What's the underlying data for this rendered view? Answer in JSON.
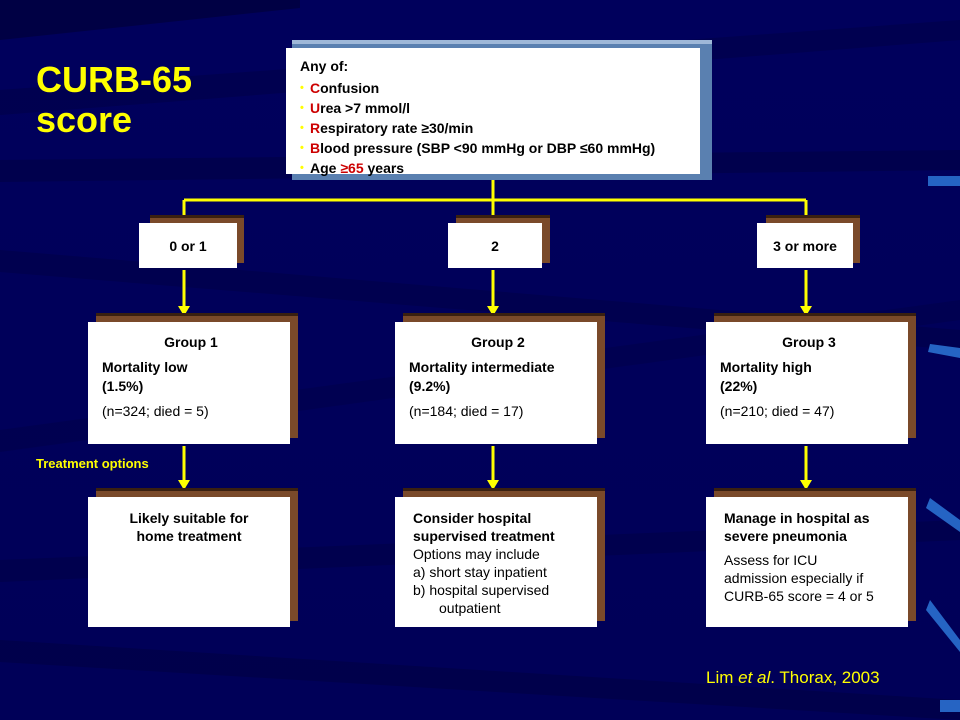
{
  "title_line1": "CURB-65",
  "title_line2": "score",
  "criteria": {
    "intro": "Any of:",
    "items": [
      {
        "first": "C",
        "rest": "onfusion"
      },
      {
        "first": "U",
        "rest": "rea >7 mmol/l"
      },
      {
        "first": "R",
        "rest": "espiratory rate ≥30/min"
      },
      {
        "first": "B",
        "rest": "lood pressure (SBP <90 mmHg or DBP ≤60 mmHg)"
      }
    ],
    "age_pre": "Age ",
    "age_num": "≥65",
    "age_post": " years"
  },
  "scores": [
    "0 or 1",
    "2",
    "3 or more"
  ],
  "groups": [
    {
      "title": "Group 1",
      "mortality1": "Mortality low",
      "mortality2": "(1.5%)",
      "n": "(n=324; died = 5)"
    },
    {
      "title": "Group 2",
      "mortality1": "Mortality intermediate",
      "mortality2": "(9.2%)",
      "n": "(n=184; died = 17)"
    },
    {
      "title": "Group 3",
      "mortality1": "Mortality high",
      "mortality2": "(22%)",
      "n": "(n=210; died = 47)"
    }
  ],
  "treatment_label": "Treatment options",
  "treatments": {
    "t1": [
      "Likely suitable for",
      "home treatment"
    ],
    "t2_bold": [
      "Consider hospital",
      "supervised treatment"
    ],
    "t2_text": [
      "Options may include",
      "a) short stay inpatient",
      "b) hospital supervised",
      "outpatient"
    ],
    "t3_bold": [
      "Manage in hospital as",
      "severe pneumonia"
    ],
    "t3_text": [
      "Assess for ICU",
      "admission especially if",
      "CURB-65 score = 4 or 5"
    ]
  },
  "citation_pre": "Lim ",
  "citation_em": "et al",
  "citation_post": ". Thorax, 2003",
  "colors": {
    "background": "#00006e",
    "accent": "#ffff00",
    "criteria_red": "#cc0000",
    "shadow": "#7a4a2a"
  }
}
